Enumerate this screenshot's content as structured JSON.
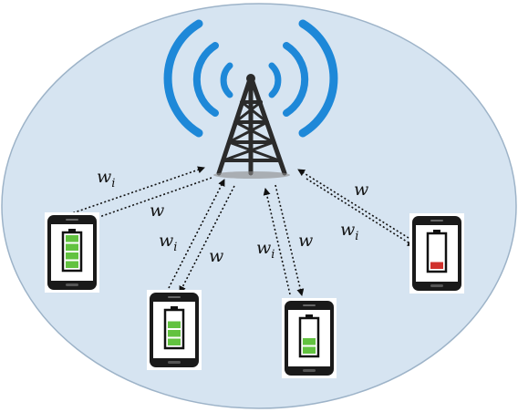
{
  "colors": {
    "cell_fill": "#d6e4f1",
    "cell_stroke": "#9db3c8",
    "signal_wave": "#1e88d8",
    "tower": "#2b2b2b",
    "battery_full": "#62c240",
    "battery_low": "#d0312d"
  },
  "labels": {
    "w_base": "w",
    "w_sub": "i",
    "w": "w"
  },
  "phones": [
    {
      "name": "phone-left",
      "battery_level": 1.0,
      "battery_state": "full"
    },
    {
      "name": "phone-center-left",
      "battery_level": 0.75,
      "battery_state": "partial"
    },
    {
      "name": "phone-center-right",
      "battery_level": 0.5,
      "battery_state": "partial"
    },
    {
      "name": "phone-right",
      "battery_level": 0.25,
      "battery_state": "low"
    }
  ]
}
